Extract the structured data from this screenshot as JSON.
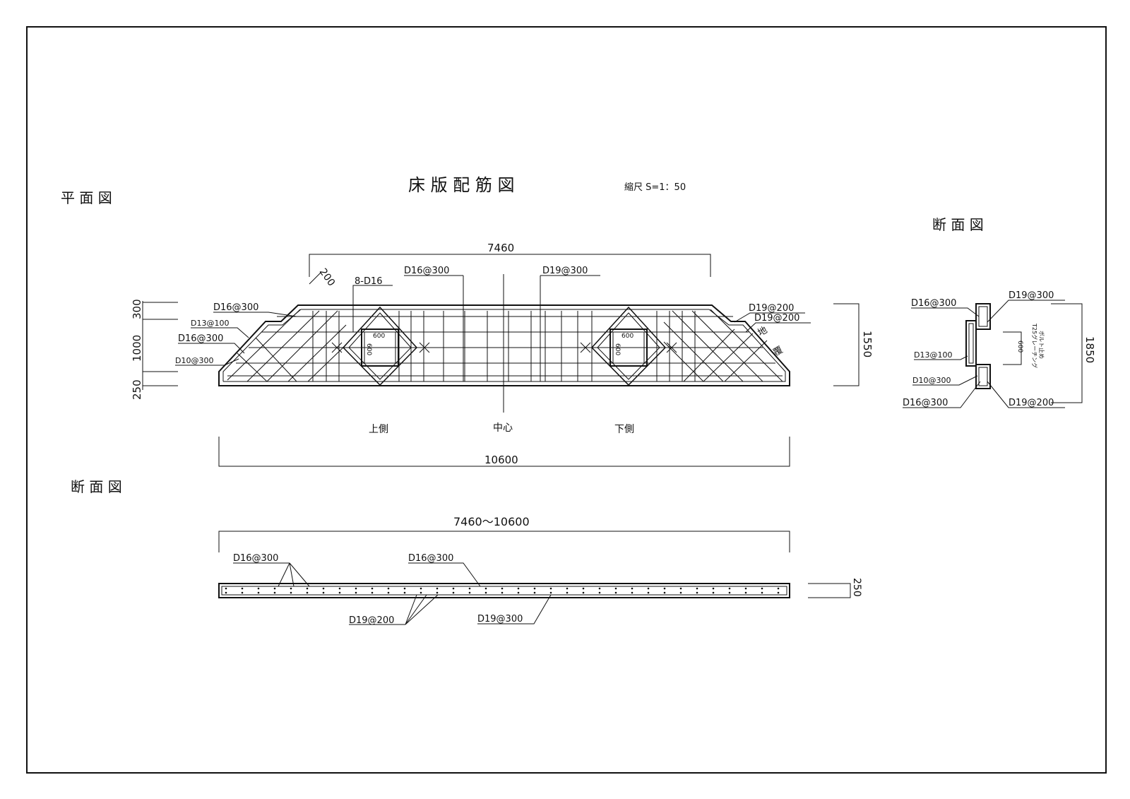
{
  "title": "床 版 配 筋 図",
  "scale": "縮尺 S=1：50",
  "plan": {
    "heading": "平 面 図",
    "dim_top": "7460",
    "dim_bottom": "10600",
    "dim_right": "1550",
    "dim_left": [
      "300",
      "1000",
      "250"
    ],
    "dim_chamfer": "200",
    "opening_size": "600",
    "labels": {
      "bars_8d16": "8-D16",
      "top_mid_left": "D16@300",
      "top_mid_right": "D19@300",
      "left_1": "D16@300",
      "left_2": "D13@100",
      "left_3": "D16@300",
      "left_4": "D10@300",
      "right_1": "D19@200",
      "right_2": "D19@200",
      "note_ji": "地",
      "note_fuku": "覆"
    },
    "side_upper": "上側",
    "center": "中心",
    "side_lower": "下側"
  },
  "long_section": {
    "heading": "断 面 図",
    "dim_top": "7460～10600",
    "dim_right": "250",
    "labels": {
      "top_left": "D16@300",
      "top_mid": "D16@300",
      "bot_left": "D19@200",
      "bot_mid": "D19@300"
    }
  },
  "cross_section": {
    "heading": "断 面 図",
    "dim_right": "1850",
    "dim_inner": "600",
    "inner_note_1": "T25グレーチング",
    "inner_note_2": "ボルト止め",
    "labels": {
      "top_left": "D16@300",
      "top_right": "D19@300",
      "mid_left_1": "D13@100",
      "mid_left_2": "D10@300",
      "bot_left": "D16@300",
      "bot_right": "D19@200"
    }
  }
}
